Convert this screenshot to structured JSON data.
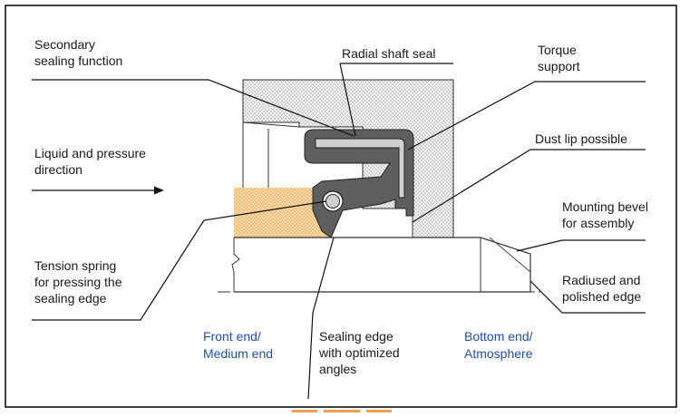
{
  "labels": {
    "secondary_sealing": [
      "Secondary",
      "sealing function"
    ],
    "radial_shaft_seal": "Radial shaft seal",
    "torque_support": [
      "Torque",
      "support"
    ],
    "liquid_pressure": [
      "Liquid and pressure",
      "direction"
    ],
    "dust_lip": "Dust lip possible",
    "mounting_bevel": [
      "Mounting bevel",
      "for assembly"
    ],
    "tension_spring": [
      "Tension spring",
      "for pressing the",
      "sealing edge"
    ],
    "radiused_edge": [
      "Radiused and",
      "polished edge"
    ],
    "front_end": [
      "Front end/",
      "Medium end"
    ],
    "sealing_edge": [
      "Sealing edge",
      "with optimized",
      "angles"
    ],
    "bottom_end": [
      "Bottom end/",
      "Atmosphere"
    ]
  },
  "colors": {
    "frame": "#000000",
    "housing_fill": "#e6e6e6",
    "seal_body": "#5e5e5e",
    "seal_insert": "#d0d0d0",
    "medium_fill": "#f6c98a",
    "blue_text": "#1f4fb0",
    "accent_bar": "#f0a050"
  }
}
